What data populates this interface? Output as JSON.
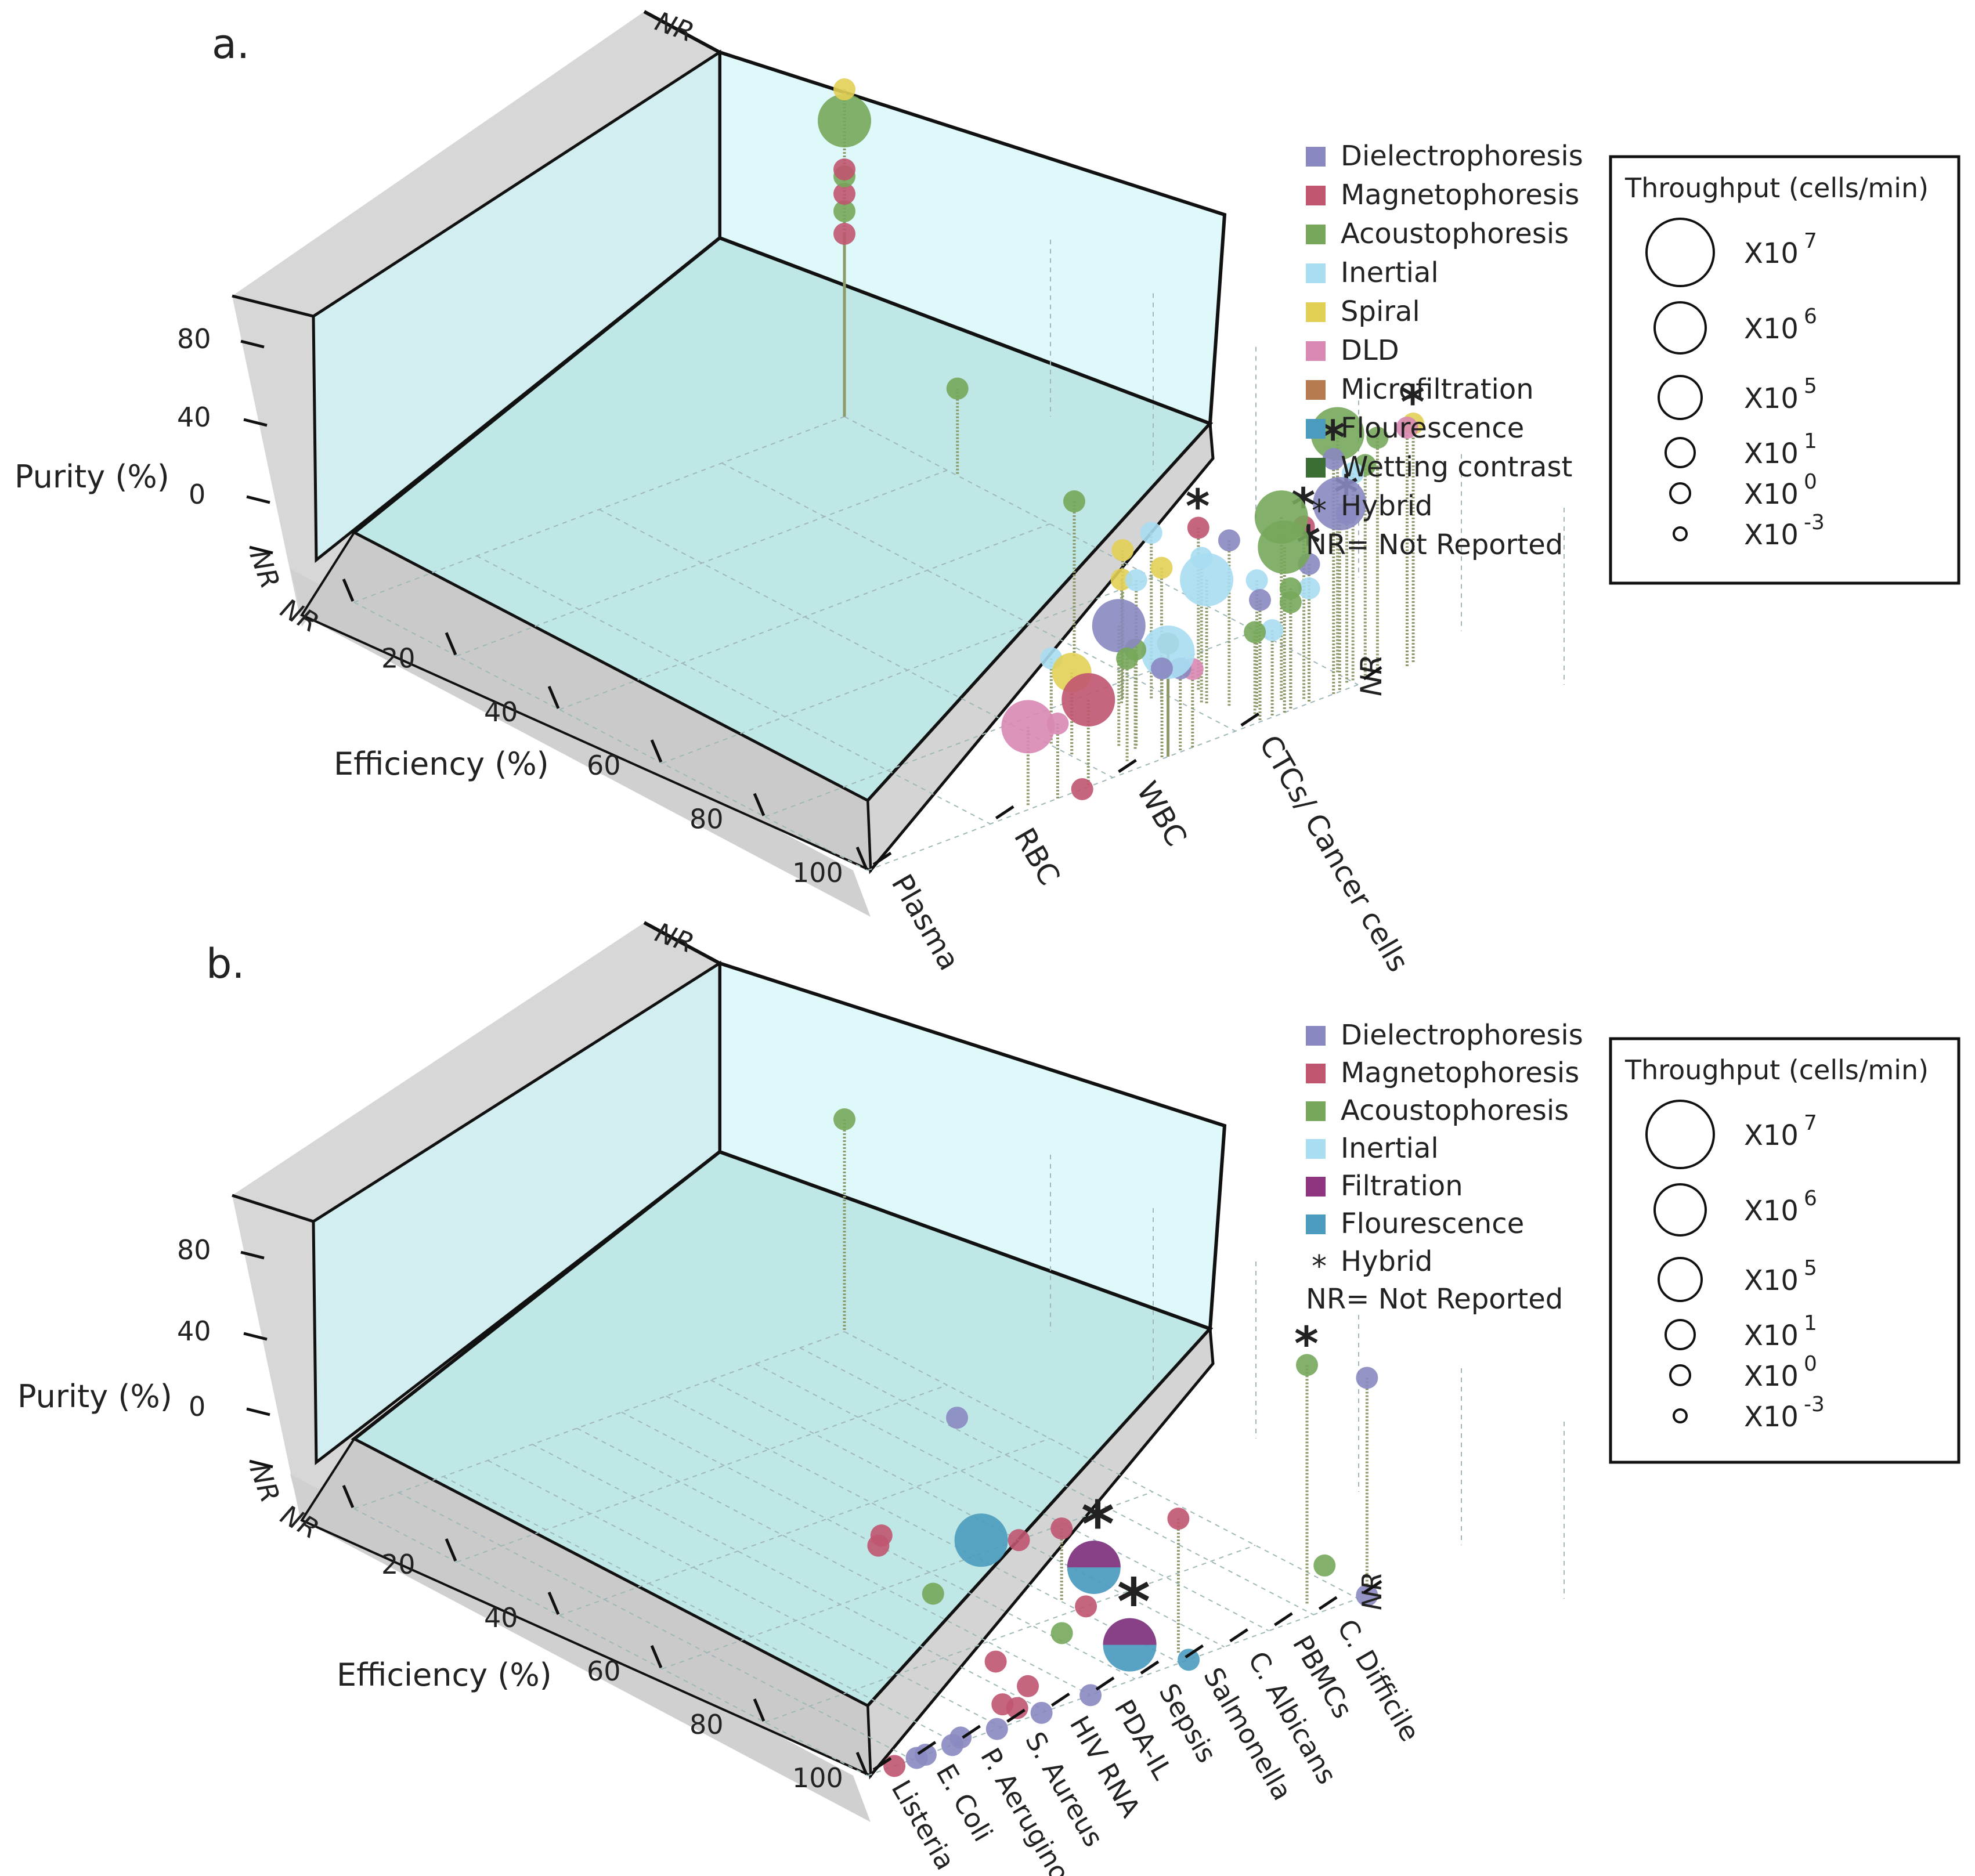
{
  "panels": [
    {
      "id": "a",
      "panel_label": "a.",
      "legend": [
        {
          "label": "Dielectrophoresis",
          "color": "#8a88c0"
        },
        {
          "label": "Magnetophoresis",
          "color": "#c05570"
        },
        {
          "label": "Acoustophoresis",
          "color": "#76a75a"
        },
        {
          "label": "Inertial",
          "color": "#a9ddf2"
        },
        {
          "label": "Spiral",
          "color": "#e2cf55"
        },
        {
          "label": "DLD",
          "color": "#d888b2"
        },
        {
          "label": "Microfiltration",
          "color": "#b57a50"
        },
        {
          "label": "Flourescence",
          "color": "#4a9bbe"
        },
        {
          "label": "Wetting contrast",
          "color": "#3b6e35"
        }
      ],
      "hybrid_label": "Hybrid",
      "nr_note": "NR= Not Reported"
    },
    {
      "id": "b",
      "panel_label": "b.",
      "legend": [
        {
          "label": "Dielectrophoresis",
          "color": "#8a88c0"
        },
        {
          "label": "Magnetophoresis",
          "color": "#c05570"
        },
        {
          "label": "Acoustophoresis",
          "color": "#76a75a"
        },
        {
          "label": "Inertial",
          "color": "#a9ddf2"
        },
        {
          "label": "Filtration",
          "color": "#8e3580"
        },
        {
          "label": "Flourescence",
          "color": "#4a9bbe"
        }
      ],
      "hybrid_label": "Hybrid",
      "nr_note": "NR= Not Reported"
    }
  ],
  "throughput_box": {
    "title": "Throughput (cells/min)",
    "entries": [
      {
        "base": "X10",
        "exp": "7"
      },
      {
        "base": "X10",
        "exp": "6"
      },
      {
        "base": "X10",
        "exp": "5"
      },
      {
        "base": "X10",
        "exp": "1"
      },
      {
        "base": "X10",
        "exp": "0"
      },
      {
        "base": "X10",
        "exp": "-3"
      }
    ]
  },
  "chart_data": [
    {
      "type": "scatter",
      "title": "",
      "xlabel": "Efficiency (%)",
      "ylabel": "Purity (%)",
      "zlabel": "",
      "x_ticks": [
        "NR",
        "20",
        "40",
        "60",
        "80",
        "100"
      ],
      "y_ticks": [
        "NR",
        "0",
        "40",
        "80"
      ],
      "z_categories": [
        "Plasma",
        "RBC",
        "WBC",
        "CTCs/ Cancer cells",
        "NR"
      ],
      "back_label": "NR",
      "point_encoding": [
        "efficiency",
        "purity",
        "category_index",
        "throughput_exp",
        "method",
        "hybrid"
      ],
      "points": [
        [
          0,
          65,
          4,
          1,
          "Magnetophoresis",
          false
        ],
        [
          0,
          78,
          4,
          1,
          "Acoustophoresis",
          false
        ],
        [
          0,
          88,
          4,
          1,
          "Magnetophoresis",
          false
        ],
        [
          0,
          98,
          4,
          1,
          "Acoustophoresis",
          false
        ],
        [
          0,
          102,
          4,
          1,
          "Magnetophoresis",
          false
        ],
        [
          0,
          130,
          4,
          6,
          "Acoustophoresis",
          false
        ],
        [
          0,
          148,
          4,
          1,
          "Spiral",
          false
        ],
        [
          22,
          10,
          4,
          1,
          "Acoustophoresis",
          false
        ],
        [
          96,
          98,
          4,
          6,
          "Acoustophoresis",
          false
        ],
        [
          97,
          65,
          3.5,
          6,
          "Acoustophoresis",
          false
        ],
        [
          92,
          32,
          3.1,
          6,
          "Inertial",
          false
        ],
        [
          99,
          58,
          3.95,
          1,
          "Dielectrophoresis",
          true
        ],
        [
          99,
          95,
          4.2,
          1,
          "Acoustophoresis",
          false
        ],
        [
          100,
          95,
          3.8,
          1,
          "Dielectrophoresis",
          true
        ],
        [
          100,
          68,
          3.85,
          6,
          "Dielectrophoresis",
          false
        ],
        [
          99,
          60,
          3.6,
          1,
          "Magnetophoresis",
          true
        ],
        [
          99,
          80,
          4.0,
          1,
          "Inertial",
          false
        ],
        [
          99,
          82,
          4.1,
          1,
          "Acoustophoresis",
          false
        ],
        [
          100,
          98,
          4.45,
          1,
          "Spiral",
          true
        ],
        [
          100,
          97,
          4.4,
          1,
          "DLD",
          false
        ],
        [
          94,
          55,
          3.2,
          1,
          "Dielectrophoresis",
          false
        ],
        [
          100,
          55,
          3.4,
          6,
          "Acoustophoresis",
          false
        ],
        [
          100,
          30,
          3.45,
          1,
          "Acoustophoresis",
          false
        ],
        [
          100,
          22,
          3.45,
          1,
          "Acoustophoresis",
          false
        ],
        [
          100,
          40,
          3.6,
          1,
          "Dielectrophoresis",
          true
        ],
        [
          100,
          26,
          3.6,
          1,
          "Inertial",
          false
        ],
        [
          71,
          50,
          2.9,
          1,
          "Acoustophoresis",
          false
        ],
        [
          86,
          55,
          2.9,
          1,
          "Inertial",
          false
        ],
        [
          84,
          46,
          2.75,
          1,
          "Spiral",
          false
        ],
        [
          88,
          53,
          3.2,
          1,
          "Magnetophoresis",
          true
        ],
        [
          88,
          38,
          2.9,
          1,
          "Spiral",
          false
        ],
        [
          85,
          32,
          2.7,
          1,
          "Spiral",
          false
        ],
        [
          91,
          43,
          3.1,
          1,
          "Inertial",
          false
        ],
        [
          97,
          34,
          3.3,
          1,
          "Inertial",
          false
        ],
        [
          100,
          30,
          3.2,
          1,
          "Dielectrophoresis",
          false
        ],
        [
          99,
          10,
          3.2,
          1,
          "Acoustophoresis",
          false
        ],
        [
          100,
          10,
          3.3,
          1,
          "Inertial",
          false
        ],
        [
          95,
          55,
          2.4,
          1,
          "Inertial",
          false
        ],
        [
          94,
          30,
          2.3,
          6,
          "Dielectrophoresis",
          false
        ],
        [
          96,
          18,
          2.35,
          1,
          "Acoustophoresis",
          false
        ],
        [
          100,
          8,
          2.55,
          1,
          "Dielectrophoresis",
          false
        ],
        [
          100,
          5,
          2.65,
          1,
          "DLD",
          false
        ],
        [
          88,
          10,
          2.0,
          1,
          "Inertial",
          false
        ],
        [
          92,
          8,
          2.0,
          5,
          "Spiral",
          false
        ],
        [
          98,
          20,
          2.2,
          1,
          "Acoustophoresis",
          false
        ],
        [
          100,
          25,
          2.45,
          1,
          "Acoustophoresis",
          false
        ],
        [
          100,
          20,
          2.45,
          6,
          "Inertial",
          false
        ],
        [
          100,
          12,
          2.4,
          1,
          "Dielectrophoresis",
          false
        ],
        [
          99,
          5,
          1.35,
          6,
          "DLD",
          false
        ],
        [
          100,
          3,
          1.55,
          1,
          "DLD",
          false
        ],
        [
          100,
          10,
          1.8,
          6,
          "Magnetophoresis",
          false
        ],
        [
          100,
          0,
          1.75,
          1,
          "Magnetophoresis",
          false
        ]
      ]
    },
    {
      "type": "scatter",
      "title": "",
      "xlabel": "Efficiency (%)",
      "ylabel": "Purity (%)",
      "zlabel": "",
      "x_ticks": [
        "NR",
        "20",
        "40",
        "60",
        "80",
        "100"
      ],
      "y_ticks": [
        "NR",
        "0",
        "40",
        "80"
      ],
      "z_categories": [
        "Listeria",
        "E. Coli",
        "P. Aeruginosa",
        "S. Aureus",
        "HIV RNA",
        "PDA-IL",
        "Sepsis",
        "Salmonella",
        "C. Albicans",
        "PBMCs",
        "C. Difficile",
        "NR"
      ],
      "back_label": "NR",
      "point_encoding": [
        "efficiency",
        "purity",
        "category_index",
        "throughput_exp",
        "method",
        "hybrid"
      ],
      "points": [
        [
          0,
          82,
          11,
          1,
          "Acoustophoresis",
          false
        ],
        [
          97,
          97,
          10.2,
          1,
          "Acoustophoresis",
          true
        ],
        [
          100,
          85,
          11.2,
          1,
          "Dielectrophoresis",
          false
        ],
        [
          98,
          38,
          7.2,
          1,
          "Magnetophoresis",
          false
        ],
        [
          77,
          2,
          7,
          1,
          "Magnetophoresis",
          false
        ],
        [
          28,
          -3,
          10.3,
          1,
          "Dielectrophoresis",
          false
        ],
        [
          50,
          -3,
          6.0,
          1,
          "Magnetophoresis",
          false
        ],
        [
          60,
          -3,
          8.0,
          1,
          "Magnetophoresis",
          false
        ],
        [
          48,
          -3,
          6.3,
          1,
          "Magnetophoresis",
          false
        ],
        [
          57,
          -3,
          7.5,
          6,
          "Flourescence",
          false
        ],
        [
          72,
          -3,
          8.3,
          6,
          "Filtration+Flourescence",
          true
        ],
        [
          90,
          -3,
          11.4,
          1,
          "Acoustophoresis",
          false
        ],
        [
          100,
          -3,
          11.2,
          1,
          "Dielectrophoresis",
          false
        ],
        [
          100,
          -3,
          7.2,
          1,
          "Flourescence",
          false
        ],
        [
          65,
          -3,
          5.5,
          1,
          "Acoustophoresis",
          false
        ],
        [
          80,
          -3,
          7.2,
          1,
          "Magnetophoresis",
          false
        ],
        [
          84,
          -3,
          6.2,
          1,
          "Acoustophoresis",
          false
        ],
        [
          92,
          -3,
          6.8,
          6,
          "Filtration+Flourescence",
          true
        ],
        [
          85,
          -3,
          4.6,
          1,
          "Magnetophoresis",
          false
        ],
        [
          93,
          -3,
          4.4,
          1,
          "Magnetophoresis",
          false
        ],
        [
          95,
          -3,
          3.6,
          1,
          "Magnetophoresis",
          false
        ],
        [
          97,
          -3,
          3.7,
          1,
          "Magnetophoresis",
          false
        ],
        [
          100,
          -3,
          5.0,
          1,
          "Dielectrophoresis",
          false
        ],
        [
          100,
          -3,
          3.9,
          1,
          "Dielectrophoresis",
          false
        ],
        [
          99,
          -3,
          2.2,
          1,
          "Dielectrophoresis",
          false
        ],
        [
          100,
          -3,
          1.9,
          1,
          "Dielectrophoresis",
          false
        ],
        [
          100,
          -3,
          2.9,
          1,
          "Dielectrophoresis",
          false
        ],
        [
          100,
          -3,
          1.1,
          1,
          "Dielectrophoresis",
          false
        ],
        [
          100,
          -3,
          1.3,
          1,
          "Dielectrophoresis",
          false
        ],
        [
          100,
          -3,
          0.6,
          1,
          "Magnetophoresis",
          false
        ]
      ]
    }
  ]
}
